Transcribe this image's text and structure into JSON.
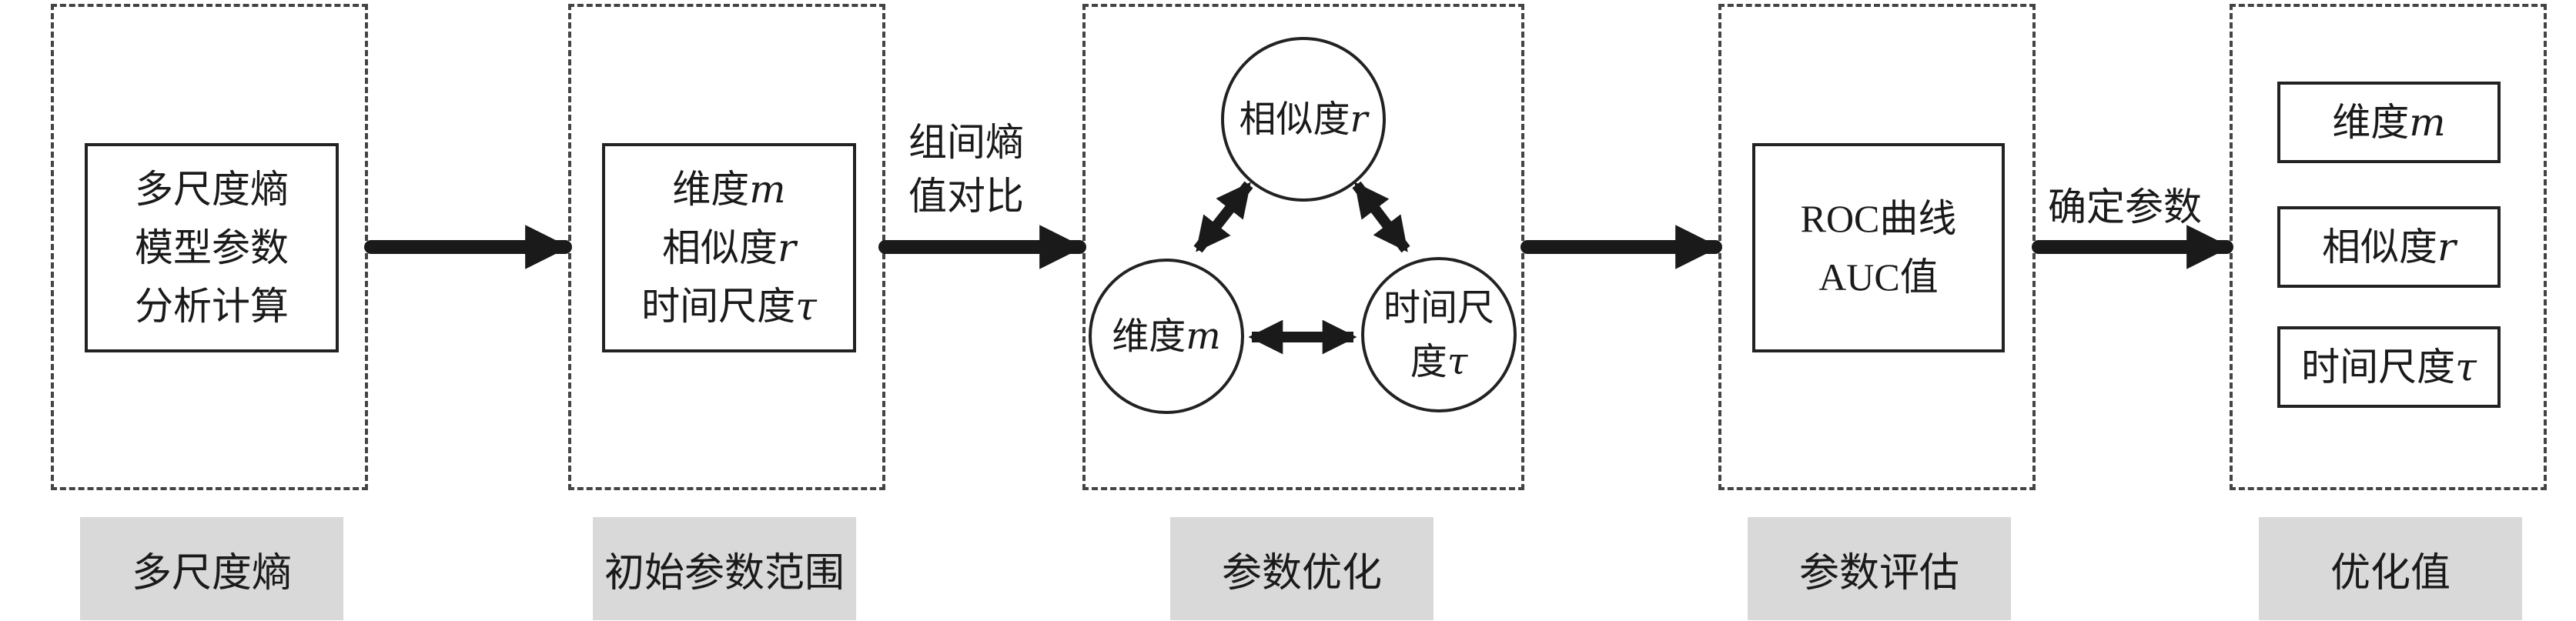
{
  "stages": [
    {
      "title": "多尺度熵",
      "box_lines": [
        "多尺度熵",
        "模型参数",
        "分析计算"
      ]
    },
    {
      "title": "初始参数范围",
      "params": [
        {
          "text": "维度",
          "symbol": "m"
        },
        {
          "text": "相似度",
          "symbol": "r"
        },
        {
          "text": "时间尺度",
          "symbol": "τ"
        }
      ]
    },
    {
      "title": "参数优化",
      "circles": {
        "top": {
          "text": "相似度",
          "symbol": "r"
        },
        "left": {
          "text": "维度",
          "symbol": "m"
        },
        "right": {
          "line1": "时间尺",
          "line2": "度",
          "symbol": "τ"
        }
      }
    },
    {
      "title": "参数评估",
      "box_lines": [
        "ROC曲线",
        "AUC值"
      ]
    },
    {
      "title": "优化值",
      "params": [
        {
          "text": "维度",
          "symbol": "m"
        },
        {
          "text": "相似度",
          "symbol": "r"
        },
        {
          "text": "时间尺度",
          "symbol": "τ"
        }
      ]
    }
  ],
  "arrow_notes": {
    "compare": [
      "组间熵",
      "值对比"
    ],
    "determine": "确定参数"
  }
}
